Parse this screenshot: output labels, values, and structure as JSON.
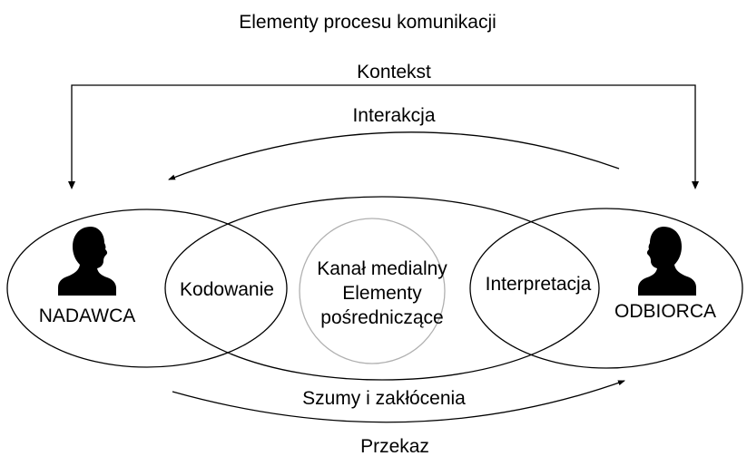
{
  "title": "Elementy procesu komunikacji",
  "labels": {
    "kontekst": "Kontekst",
    "interakcja": "Interakcja",
    "nadawca": "NADAWCA",
    "odbiorca": "ODBIORCA",
    "kodowanie": "Kodowanie",
    "interpretacja": "Interpretacja",
    "kanal_line1": "Kanał medialny",
    "kanal_line2": "Elementy",
    "kanal_line3": "pośredniczące",
    "szumy": "Szumy i zakłócenia",
    "przekaz": "Przekaz"
  },
  "icons": {
    "sender": "person-silhouette-icon",
    "receiver": "person-silhouette-icon"
  },
  "colors": {
    "stroke": "#000000",
    "inner_circle": "#b0b0b0",
    "background": "#ffffff"
  }
}
